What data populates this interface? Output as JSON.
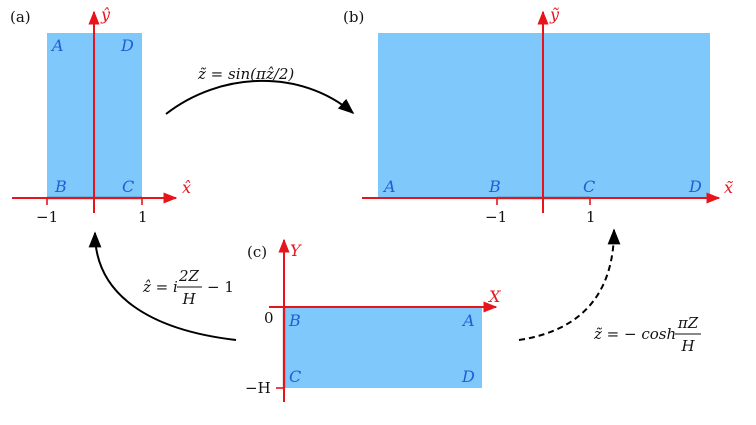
{
  "colors": {
    "fill": "#7ec8fb",
    "axis": "#e8141c",
    "corner_text": "#1f5fd6",
    "boundary": "#000000"
  },
  "panel_a": {
    "tag": "(a)",
    "axis_x": "x̂",
    "axis_y": "ŷ",
    "corners": {
      "A": "A",
      "B": "B",
      "C": "C",
      "D": "D"
    },
    "ticks": [
      "−1",
      "1"
    ]
  },
  "panel_b": {
    "tag": "(b)",
    "axis_x": "x̃",
    "axis_y": "ỹ",
    "corners": {
      "A": "A",
      "B": "B",
      "C": "C",
      "D": "D"
    },
    "ticks": [
      "−1",
      "1"
    ]
  },
  "panel_c": {
    "tag": "(c)",
    "axis_x": "X",
    "axis_y": "Y",
    "corners": {
      "A": "A",
      "B": "B",
      "C": "C",
      "D": "D"
    },
    "ticks": [
      "0",
      "−H"
    ]
  },
  "maps": {
    "a_to_b": {
      "lhs": "z̃ = sin(πẑ/2)"
    },
    "c_to_a": {
      "lhs": "ẑ = i",
      "num": "2Z",
      "den": "H",
      "rhs": "− 1"
    },
    "c_to_b": {
      "lhs": "z̃ = − cosh",
      "num": "πZ",
      "den": "H"
    }
  }
}
